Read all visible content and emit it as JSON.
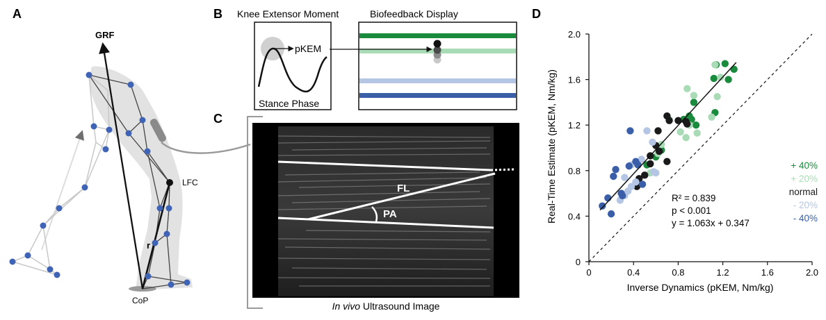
{
  "panels": {
    "a": {
      "letter": "A",
      "grf_label": "GRF",
      "lfc_label": "LFC",
      "r_label": "r",
      "cop_label": "CoP"
    },
    "b": {
      "letter": "B",
      "moment_title": "Knee Extensor Moment",
      "display_title": "Biofeedback Display",
      "pkem_label": "pKEM",
      "stance_label": "Stance Phase"
    },
    "c": {
      "letter": "C",
      "fl_label": "FL",
      "pa_label": "PA",
      "caption_italic": "In vivo",
      "caption_rest": " Ultrasound Image"
    },
    "d": {
      "letter": "D"
    }
  },
  "colors": {
    "plus40": "#1a8a3c",
    "plus20": "#a9dcb6",
    "normal": "#1a1a1a",
    "minus20": "#b4c6e4",
    "minus40": "#3a5fa8",
    "joint": "#3f63b5"
  },
  "chart_data": {
    "type": "scatter",
    "xlabel": "Inverse Dynamics (pKEM, Nm/kg)",
    "ylabel": "Real-Time Estimate (pKEM, Nm/kg)",
    "xlim": [
      0,
      2.0
    ],
    "ylim": [
      0,
      2.0
    ],
    "xticks": [
      "0",
      "0.4",
      "0.8",
      "1.2",
      "1.6",
      "2.0"
    ],
    "yticks": [
      "0",
      "0.4",
      "0.8",
      "1.2",
      "1.6",
      "2.0"
    ],
    "fit": {
      "slope": 1.063,
      "intercept": 0.347,
      "x_range": [
        0.1,
        1.32
      ]
    },
    "identity_line": true,
    "stats": [
      "R² = 0.839",
      "p < 0.001",
      "y = 1.063x + 0.347"
    ],
    "legend_position": "right",
    "series": [
      {
        "name": "+ 40%",
        "color": "#1a8a3c",
        "points": [
          [
            1.14,
            1.73
          ],
          [
            1.22,
            1.74
          ],
          [
            1.3,
            1.69
          ],
          [
            1.12,
            1.61
          ],
          [
            1.25,
            1.6
          ],
          [
            0.94,
            1.4
          ],
          [
            0.92,
            1.25
          ],
          [
            0.85,
            1.25
          ],
          [
            0.96,
            1.2
          ],
          [
            1.13,
            1.31
          ],
          [
            0.6,
            0.92
          ],
          [
            0.65,
            0.98
          ],
          [
            0.52,
            0.85
          ],
          [
            0.9,
            1.28
          ]
        ]
      },
      {
        "name": "+ 20%",
        "color": "#a9dcb6",
        "points": [
          [
            1.13,
            1.73
          ],
          [
            1.18,
            1.62
          ],
          [
            0.88,
            1.52
          ],
          [
            0.94,
            1.46
          ],
          [
            1.15,
            1.45
          ],
          [
            0.97,
            1.13
          ],
          [
            0.87,
            1.09
          ],
          [
            1.1,
            1.27
          ],
          [
            0.82,
            1.14
          ],
          [
            0.55,
            0.78
          ],
          [
            0.62,
            0.95
          ],
          [
            0.72,
            1.25
          ],
          [
            0.65,
            1.03
          ],
          [
            0.9,
            1.2
          ]
        ]
      },
      {
        "name": "normal",
        "color": "#1a1a1a",
        "points": [
          [
            0.7,
            1.28
          ],
          [
            0.72,
            1.24
          ],
          [
            0.8,
            1.24
          ],
          [
            0.87,
            1.23
          ],
          [
            0.88,
            1.21
          ],
          [
            0.6,
            1.02
          ],
          [
            0.63,
            0.97
          ],
          [
            0.55,
            0.93
          ],
          [
            0.7,
            0.88
          ],
          [
            0.55,
            0.86
          ],
          [
            0.5,
            0.76
          ],
          [
            0.45,
            0.73
          ],
          [
            0.43,
            0.66
          ],
          [
            0.62,
            1.15
          ]
        ]
      },
      {
        "name": "- 20%",
        "color": "#b4c6e4",
        "points": [
          [
            0.52,
            1.15
          ],
          [
            0.57,
            1.05
          ],
          [
            0.47,
            0.9
          ],
          [
            0.38,
            0.85
          ],
          [
            0.58,
            0.79
          ],
          [
            0.32,
            0.74
          ],
          [
            0.38,
            0.66
          ],
          [
            0.32,
            0.58
          ],
          [
            0.28,
            0.54
          ],
          [
            0.35,
            0.62
          ],
          [
            0.42,
            0.7
          ],
          [
            0.6,
            0.78
          ]
        ]
      },
      {
        "name": "- 40%",
        "color": "#3a5fa8",
        "points": [
          [
            0.37,
            1.15
          ],
          [
            0.42,
            0.88
          ],
          [
            0.36,
            0.84
          ],
          [
            0.24,
            0.81
          ],
          [
            0.3,
            0.58
          ],
          [
            0.48,
            0.68
          ],
          [
            0.29,
            0.6
          ],
          [
            0.22,
            0.75
          ],
          [
            0.17,
            0.56
          ],
          [
            0.12,
            0.49
          ],
          [
            0.2,
            0.42
          ],
          [
            0.44,
            0.85
          ]
        ]
      }
    ]
  }
}
